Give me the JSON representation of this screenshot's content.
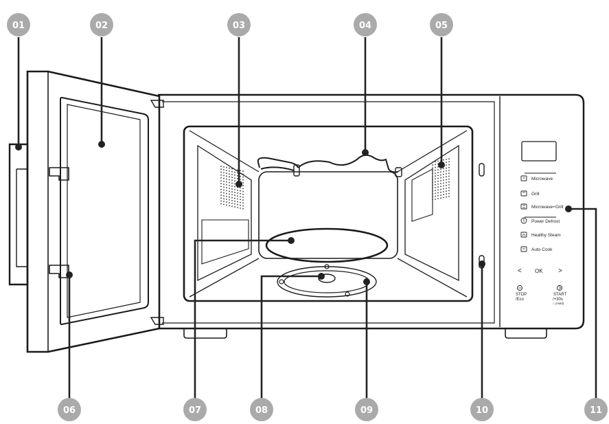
{
  "colors": {
    "callout_fill": "#aaaaaa",
    "callout_text": "#ffffff",
    "line": "#1a1a1a"
  },
  "callouts": [
    "01",
    "02",
    "03",
    "04",
    "05",
    "06",
    "07",
    "08",
    "09",
    "10",
    "11"
  ],
  "control_panel": {
    "buttons": [
      "Microwave",
      "Grill",
      "Microwave+Grill",
      "Power Defrost",
      "Healthy Steam",
      "Auto Cook"
    ],
    "nav": {
      "left": "<",
      "ok": "OK",
      "right": ">"
    },
    "stop": [
      "STOP",
      "/Eco"
    ],
    "start": [
      "START",
      "/+30s",
      "⌂ (Hold)"
    ]
  }
}
